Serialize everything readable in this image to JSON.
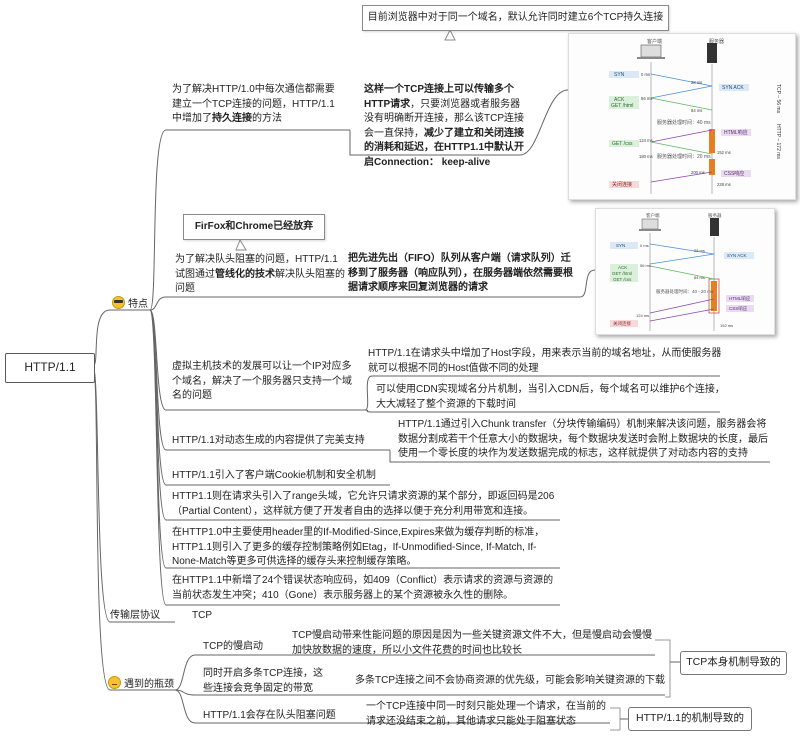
{
  "root": "HTTP/1.1",
  "branches": {
    "features": {
      "label": "特点",
      "persistent": {
        "desc_pre": "为了解决HTTP/1.0中每次通信都需要建立一个TCP连接的问题，HTTP/1.1中增加了",
        "desc_bold": "持久连接",
        "desc_post": "的方法",
        "detail_bold1": "这样一个TCP连接上可以传输多个HTTP请求",
        "detail_mid": "，只要浏览器或者服务器没有明确断开连接，那么该TCP连接会一直保持，",
        "detail_bold2": "减少了建立和关闭连接的消耗和延迟，在HTTP1.1中默认开启Connection： keep-alive",
        "callout": "目前浏览器中对于同一个域名，默认允许同时建立6个TCP持久连接"
      },
      "pipeline": {
        "desc_pre": "为了解决队头阻塞的问题，HTTP/1.1试图通过",
        "desc_bold": "管线化的技术",
        "desc_post": "解决队头阻塞的问题",
        "detail": "把先进先出（FIFO）队列从客户端（请求队列）迁移到了服务器（响应队列），在服务器端依然需要根据请求顺序来回复浏览器的请求",
        "callout": "FirFox和Chrome已经放弃"
      },
      "virtual_host": {
        "desc": "虚拟主机技术的发展可以让一个IP对应多个域名，解决了一个服务器只支持一个域名的问题",
        "detail1": "HTTP/1.1在请求头中增加了Host字段，用来表示当前的域名地址，从而使服务器就可以根据不同的Host值做不同的处理",
        "detail2": "可以使用CDN实现域名分片机制，当引入CDN后，每个域名可以维护6个连接，大大减轻了整个资源的下载时间"
      },
      "dynamic": {
        "desc": "HTTP/1.1对动态生成的内容提供了完美支持",
        "detail": "HTTP/1.1通过引入Chunk transfer（分块传输编码）机制来解决该问题，服务器会将数据分割成若干个任意大小的数据块，每个数据块发送时会附上数据块的长度，最后使用一个零长度的块作为发送数据完成的标志，这样就提供了对动态内容的支持"
      },
      "cookie": "HTTP/1.1引入了客户端Cookie机制和安全机制",
      "range": "HTTP1.1则在请求头引入了range头域，它允许只请求资源的某个部分，即返回码是206（Partial Content），这样就方便了开发者自由的选择以便于充分利用带宽和连接。",
      "cache": "在HTTP1.0中主要使用header里的If-Modified-Since,Expires来做为缓存判断的标准，HTTP1.1则引入了更多的缓存控制策略例如Etag，If-Unmodified-Since, If-Match, If-None-Match等更多可供选择的缓存头来控制缓存策略。",
      "status": "在HTTP1.1中新增了24个错误状态响应码，如409（Conflict）表示请求的资源与资源的当前状态发生冲突；410（Gone）表示服务器上的某个资源被永久性的删除。"
    },
    "transport": {
      "label": "传输层协议",
      "value": "TCP"
    },
    "bottleneck": {
      "label": "遇到的瓶颈",
      "slow_start": {
        "label": "TCP的慢启动",
        "detail": "TCP慢启动带来性能问题的原因是因为一些关键资源文件不大，但是慢启动会慢慢加快放数据的速度，所以小文件花费的时间也比较长"
      },
      "compete": {
        "label": "同时开启多条TCP连接，这些连接会竞争固定的带宽",
        "detail": "多条TCP连接之间不会协商资源的优先级，可能会影响关键资源的下载"
      },
      "hol": {
        "label": "HTTP/1.1会存在队头阻塞问题",
        "detail": "一个TCP连接中同一时刻只能处理一个请求，在当前的请求还没结束之前，其他请求只能处于阻塞状态"
      },
      "tcp_cause": "TCP本身机制导致的",
      "http_cause": "HTTP/1.1的机制导致的"
    }
  },
  "diagram1": {
    "client": "客户端",
    "server": "服务器",
    "syn": "SYN",
    "synack": "SYN ACK",
    "ack": "ACK",
    "get_html": "GET /html",
    "html": "HTML响应",
    "get_css": "GET /css",
    "css": "CSS响应",
    "fin": "关闭连接",
    "proc1": "服务器处理时间：40 ms",
    "proc2": "服务器处理时间：20 ms",
    "tcp_label": "TCP – 56 ms",
    "http_label": "HTTP – 172 ms",
    "times": [
      "0 ms",
      "28 ms",
      "56 ms",
      "84 ms",
      "124 ms",
      "152 ms",
      "180 ms",
      "200 ms",
      "228 ms"
    ]
  },
  "diagram2": {
    "client": "客户端",
    "server": "服务器",
    "syn": "SYN",
    "synack": "SYN ACK",
    "ack": "ACK",
    "get_html": "GET /html",
    "get_css": "GET /css",
    "html": "HTML响应",
    "css": "CSS响应",
    "fin": "关闭连接",
    "proc": "服务器处理时间：40 - 20 ms",
    "times": [
      "0 ms",
      "28 ms",
      "56 ms",
      "84 ms",
      "124 ms",
      "152 ms"
    ]
  },
  "colors": {
    "line": "#666666",
    "syn": "#4a90d9",
    "ack": "#5cb85c",
    "resp": "#8e44ad",
    "fin": "#e05050",
    "bar": "#e67e22"
  }
}
